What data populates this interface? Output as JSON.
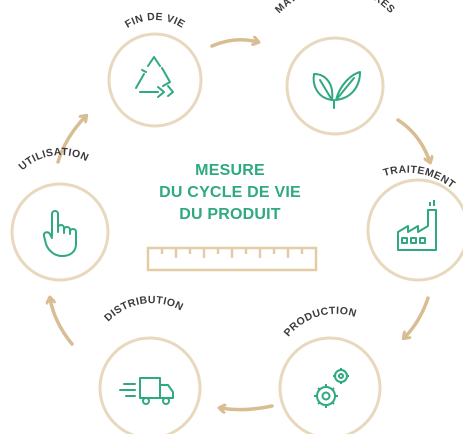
{
  "title": {
    "line1": "MESURE",
    "line2": "DU CYCLE DE VIE",
    "line3": "DU PRODUIT"
  },
  "stages": [
    {
      "id": "fin-de-vie",
      "label": "FIN DE VIE",
      "icon": "recycle-icon"
    },
    {
      "id": "matieres-premieres",
      "label": "MATIÈRES PREMIÈRES",
      "icon": "leaves-icon"
    },
    {
      "id": "traitement",
      "label": "TRAITEMENT",
      "icon": "factory-icon"
    },
    {
      "id": "production",
      "label": "PRODUCTION",
      "icon": "gears-icon"
    },
    {
      "id": "distribution",
      "label": "DISTRIBUTION",
      "icon": "delivery-truck-icon"
    },
    {
      "id": "utilisation",
      "label": "UTILISATION",
      "icon": "hand-pointer-icon"
    }
  ],
  "colors": {
    "accent": "#2eaa7e",
    "ring": "#e8d8be",
    "arrow": "#d8bd93",
    "label": "#3c3c3c"
  }
}
